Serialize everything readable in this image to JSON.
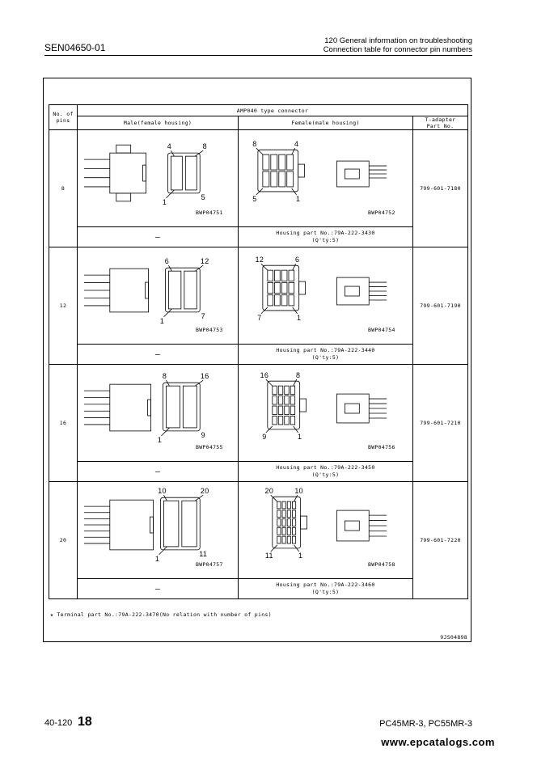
{
  "header": {
    "doc_number": "SEN04650-01",
    "section_title": "120 General information on troubleshooting",
    "section_subtitle": "Connection table for connector pin numbers"
  },
  "table": {
    "col_no_of_pins_l1": "No. of",
    "col_no_of_pins_l2": "pins",
    "group_title": "AMP040 type connector",
    "col_male": "Male(female housing)",
    "col_female": "Female(male housing)",
    "col_tadapter_l1": "T-adapter",
    "col_tadapter_l2": "Part No.",
    "rows": [
      {
        "pins": "8",
        "male_code": "BWP04751",
        "female_code": "BWP04752",
        "male_pin_labels": [
          "4",
          "8",
          "1",
          "5"
        ],
        "female_pin_labels": [
          "8",
          "4",
          "5",
          "1"
        ],
        "male_housing": "—",
        "female_housing_l1": "Housing part No.:79A-222-3430",
        "female_housing_l2": "(Q'ty:5)",
        "t_adapter": "799-601-7180"
      },
      {
        "pins": "12",
        "male_code": "BWP04753",
        "female_code": "BWP04754",
        "male_pin_labels": [
          "6",
          "12",
          "1",
          "7"
        ],
        "female_pin_labels": [
          "12",
          "6",
          "7",
          "1"
        ],
        "male_housing": "—",
        "female_housing_l1": "Housing part No.:79A-222-3440",
        "female_housing_l2": "(Q'ty:5)",
        "t_adapter": "799-601-7190"
      },
      {
        "pins": "16",
        "male_code": "BWP04755",
        "female_code": "BWP04756",
        "male_pin_labels": [
          "8",
          "16",
          "1",
          "9"
        ],
        "female_pin_labels": [
          "16",
          "8",
          "9",
          "1"
        ],
        "male_housing": "—",
        "female_housing_l1": "Housing part No.:79A-222-3450",
        "female_housing_l2": "(Q'ty:5)",
        "t_adapter": "799-601-7210"
      },
      {
        "pins": "20",
        "male_code": "BWP04757",
        "female_code": "BWP04758",
        "male_pin_labels": [
          "10",
          "20",
          "1",
          "11"
        ],
        "female_pin_labels": [
          "20",
          "10",
          "11",
          "1"
        ],
        "male_housing": "—",
        "female_housing_l1": "Housing part No.:79A-222-3460",
        "female_housing_l2": "(Q'ty:5)",
        "t_adapter": "799-601-7220"
      }
    ]
  },
  "footnote": "★  Terminal part No.:79A-222-3470(No relation with number of pins)",
  "figure_code": "9JS04898",
  "footer": {
    "page_ref": "40-120",
    "page_num": "18",
    "models": "PC45MR-3, PC55MR-3",
    "watermark": "www.epcatalogs.com"
  }
}
